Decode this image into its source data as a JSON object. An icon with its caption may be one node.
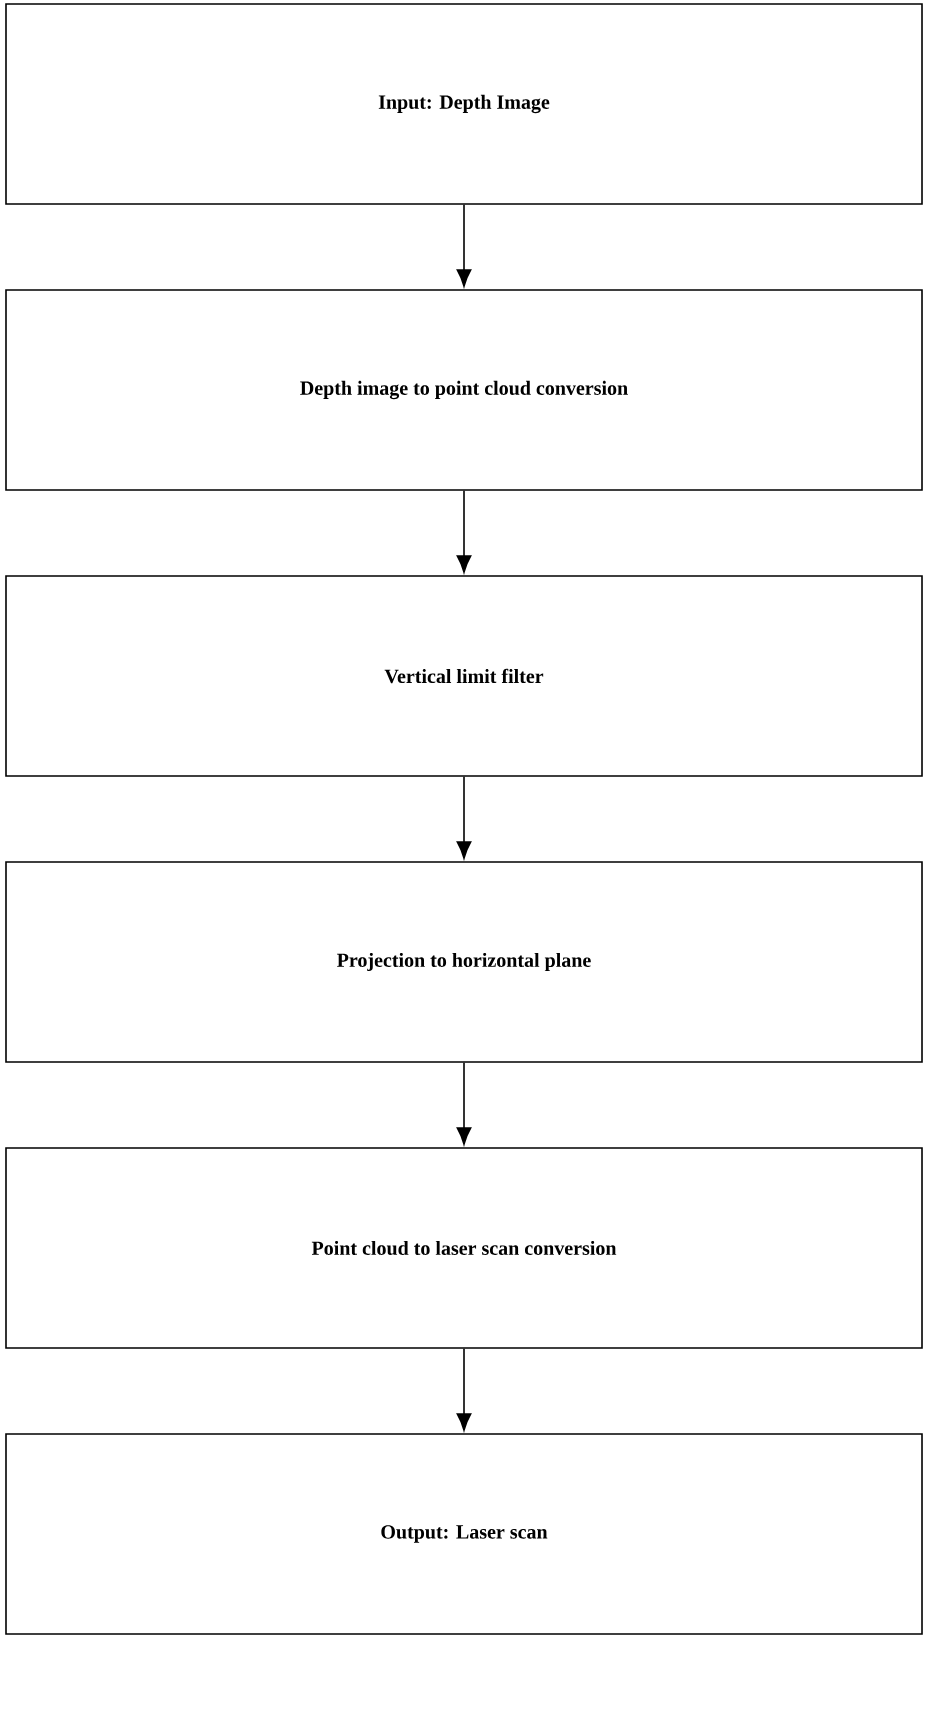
{
  "diagram": {
    "nodes": [
      {
        "text": [
          "Input: Depth Image"
        ]
      },
      {
        "text": [
          "Depth image to point cloud conversion"
        ]
      },
      {
        "text": [
          "Vertical limit filter"
        ]
      },
      {
        "text": [
          "Projection to horizontal plane"
        ]
      },
      {
        "text": [
          "Point cloud to laser scan conversion"
        ]
      },
      {
        "text": [
          "Output: Laser scan"
        ]
      }
    ],
    "edges": [
      {
        "from": 0,
        "to": 1,
        "arrow": "to"
      },
      {
        "from": 1,
        "to": 2,
        "arrow": "to"
      },
      {
        "from": 2,
        "to": 3,
        "arrow": "to"
      },
      {
        "from": 3,
        "to": 4,
        "arrow": "to"
      },
      {
        "from": 4,
        "to": 5,
        "arrow": "to"
      }
    ]
  }
}
